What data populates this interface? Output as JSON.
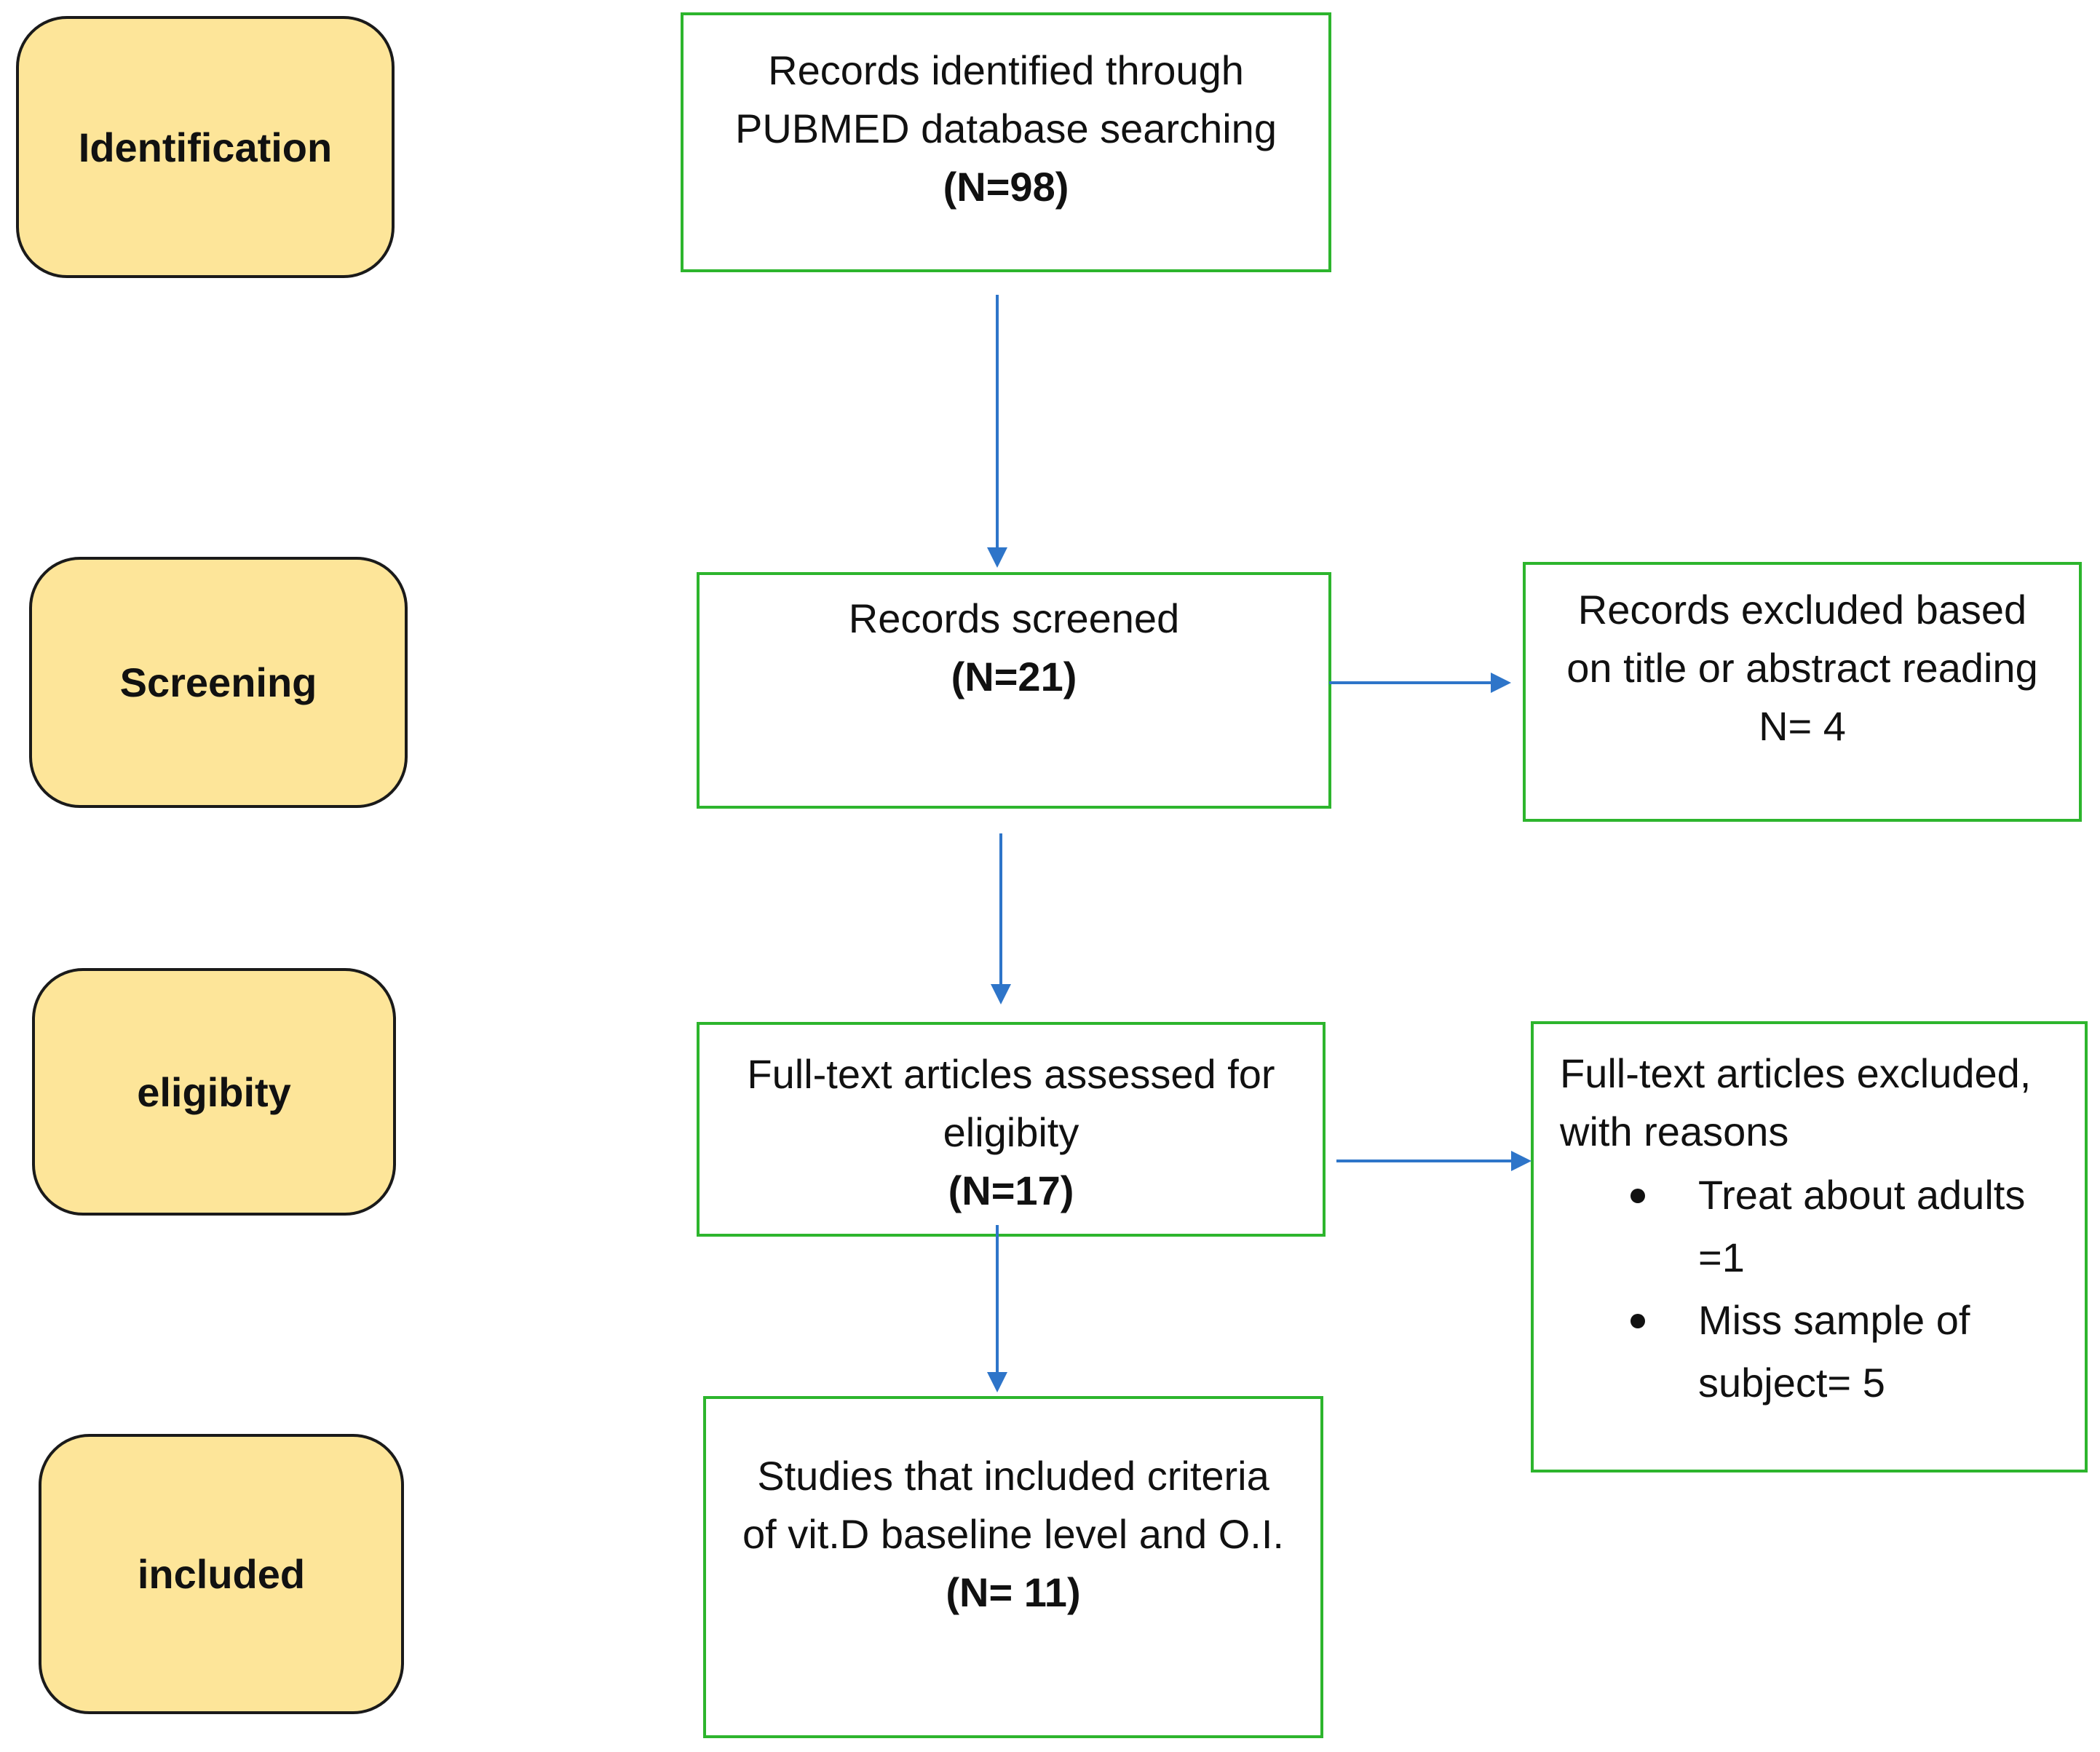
{
  "stages": [
    {
      "id": "identification",
      "label": "Identification"
    },
    {
      "id": "screening",
      "label": "Screening"
    },
    {
      "id": "eligibility",
      "label": "eligibity"
    },
    {
      "id": "included",
      "label": "included"
    }
  ],
  "boxes": {
    "identified": {
      "lines": [
        "Records identified through",
        "PUBMED database searching"
      ],
      "count": "(N=98)"
    },
    "screened": {
      "lines": [
        "Records screened"
      ],
      "count": "(N=21)"
    },
    "excluded_title": {
      "lines": [
        "Records excluded based",
        "on title or abstract reading",
        "N= 4"
      ]
    },
    "fulltext": {
      "lines": [
        "Full-text articles assessed for",
        "eligibity"
      ],
      "count": "(N=17)"
    },
    "fulltext_excluded": {
      "lines": [
        "Full-text articles excluded,",
        "with reasons"
      ],
      "bullets": [
        [
          "Treat about adults",
          "=1"
        ],
        [
          "Miss sample of",
          "subject= 5"
        ]
      ]
    },
    "included": {
      "lines": [
        "Studies that included criteria",
        "of vit.D baseline level and O.I."
      ],
      "count": "(N= 11)"
    }
  },
  "colors": {
    "stage_fill": "#fde599",
    "box_border": "#2db52d",
    "arrow": "#2e75c9"
  }
}
